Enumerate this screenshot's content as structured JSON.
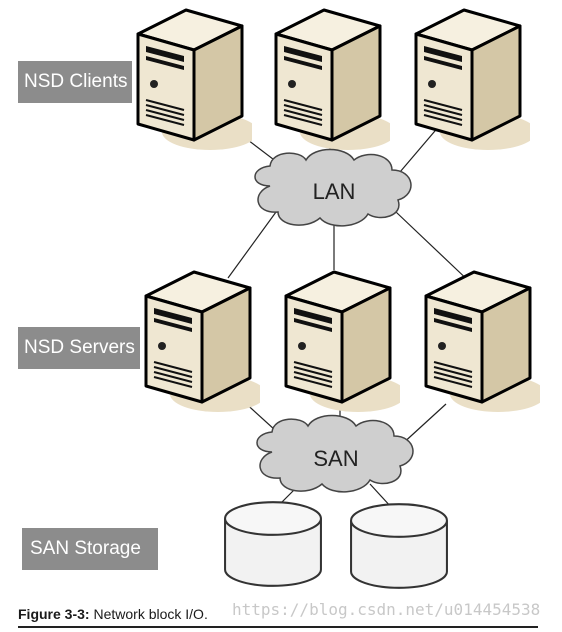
{
  "labels": {
    "clients": "NSD Clients",
    "servers": "NSD Servers",
    "storage": "SAN Storage"
  },
  "clouds": {
    "lan": "LAN",
    "san": "SAN"
  },
  "caption": {
    "figure": "Figure 3-3:",
    "text": " Network block I/O."
  },
  "watermark": "https://blog.csdn.net/u014454538",
  "colors": {
    "server_front": "#efe7d2",
    "server_side": "#d4c7a6",
    "server_shadow": "#eadfc6",
    "cloud": "#cfcfcf",
    "disk": "#f2f2f2",
    "label_bg": "#8c8c8c"
  }
}
